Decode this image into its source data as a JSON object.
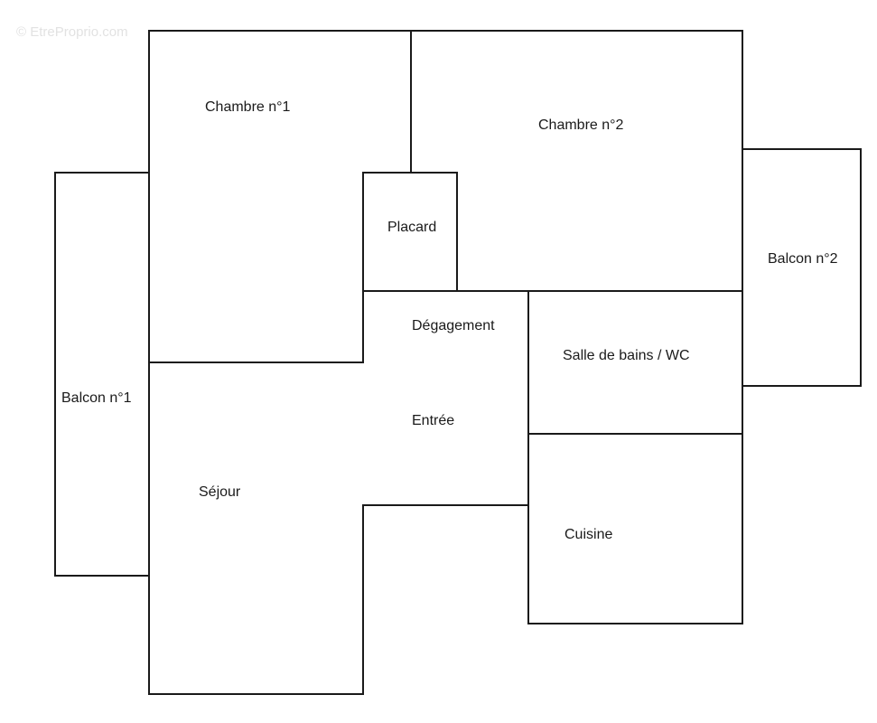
{
  "watermark": "© EtreProprio.com",
  "rooms": {
    "chambre1": "Chambre n°1",
    "chambre2": "Chambre n°2",
    "placard": "Placard",
    "balcon1": "Balcon n°1",
    "balcon2": "Balcon n°2",
    "degagement": "Dégagement",
    "entree": "Entrée",
    "sdb": "Salle de bains / WC",
    "sejour": "Séjour",
    "cuisine": "Cuisine"
  },
  "colors": {
    "wall": "#1a1a1a",
    "background": "#ffffff",
    "watermark": "#e2e2e2"
  }
}
